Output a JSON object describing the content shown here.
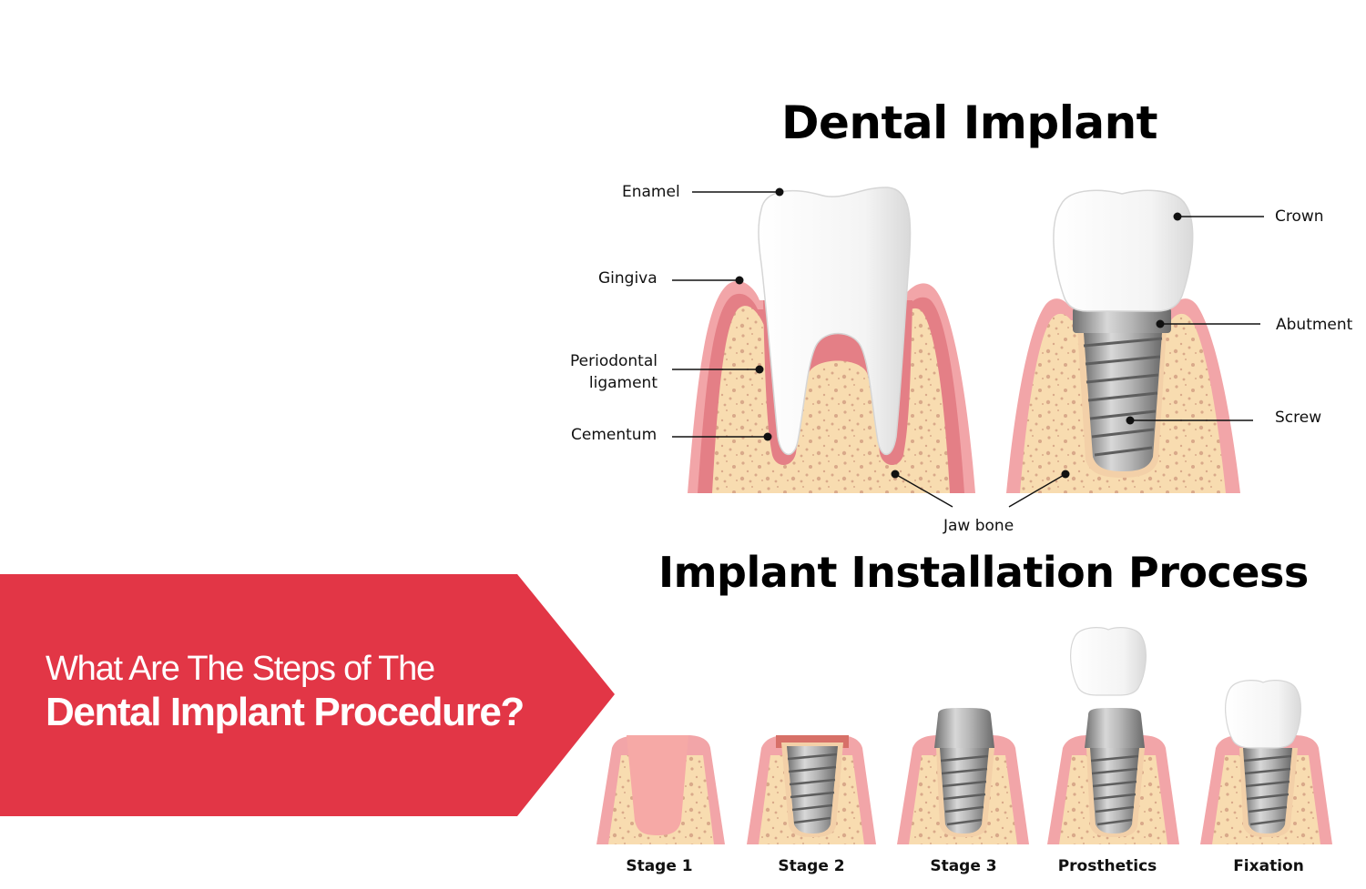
{
  "banner": {
    "line1": "What Are The Steps of The",
    "line2": "Dental Implant Procedure?",
    "color": "#e23646"
  },
  "diagram": {
    "title": "Dental Implant",
    "labels": {
      "enamel": "Enamel",
      "gingiva": "Gingiva",
      "periodontal_1": "Periodontal",
      "periodontal_2": "ligament",
      "cementum": "Cementum",
      "jaw_bone": "Jaw bone",
      "crown": "Crown",
      "abutment": "Abutment",
      "screw": "Screw"
    }
  },
  "process": {
    "title": "Implant Installation Process",
    "stages": [
      "Stage 1",
      "Stage 2",
      "Stage 3",
      "Prosthetics",
      "Fixation"
    ]
  },
  "colors": {
    "gum": "#f2a5a8",
    "gum_dark": "#e47f86",
    "bone": "#f8dcb0",
    "bone_spot": "#d9a98a",
    "tooth": "#fafafa",
    "metal": "#9a9a9a"
  }
}
